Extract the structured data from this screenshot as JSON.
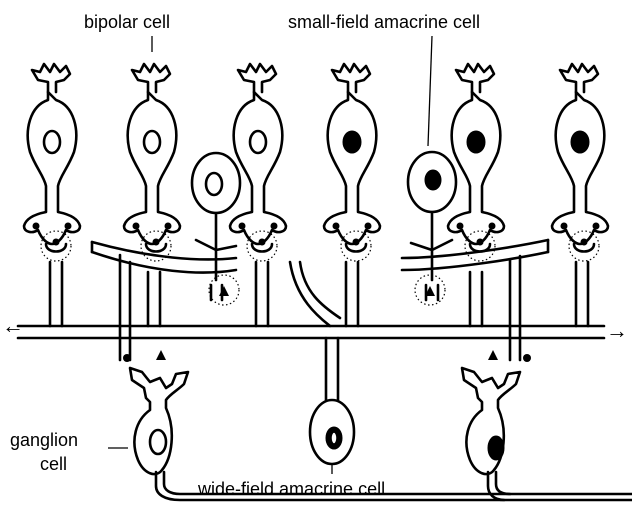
{
  "labels": {
    "bipolar": "bipolar cell",
    "small_field": "small-field amacrine cell",
    "ganglion_line1": "ganglion",
    "ganglion_line2": "cell",
    "wide_field": "wide-field amacrine cell"
  },
  "arrows": {
    "left": "←",
    "right": "→"
  },
  "bipolar_cells": [
    {
      "nucleus": "open"
    },
    {
      "nucleus": "open"
    },
    {
      "nucleus": "open"
    },
    {
      "nucleus": "filled"
    },
    {
      "nucleus": "filled"
    },
    {
      "nucleus": "filled"
    }
  ],
  "colors": {
    "ink": "#000000",
    "background": "#ffffff"
  }
}
